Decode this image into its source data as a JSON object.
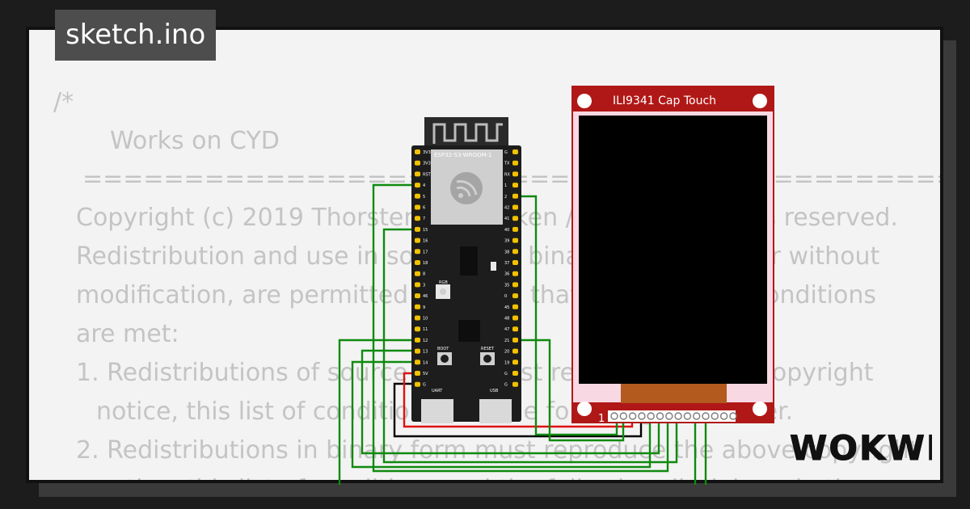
{
  "file_label": "sketch.ino",
  "code_lines": [
    "/*",
    "Works on CYD",
    "=========================================================",
    "Copyright (c) 2019 Thorsten von Eicken / ldl9se. All rights reserved.",
    "Redistribution and use in source and binary forms, with or without",
    "modification, are permitted provided that the following conditions",
    "are met:",
    "1. Redistributions of source code must retain the above copyright",
    "notice, this list of conditions and the following disclaimer.",
    "2. Redistributions in binary form must reproduce the above copyright",
    "notice, this list of conditions and the following disclaimer in the"
  ],
  "esp32": {
    "module_label": "ESP32-S3-WROOM-1",
    "left_pins": [
      "3V3",
      "3V3",
      "RST",
      "4",
      "5",
      "6",
      "7",
      "15",
      "16",
      "17",
      "18",
      "8",
      "3",
      "46",
      "9",
      "10",
      "11",
      "12",
      "13",
      "14",
      "5V",
      "G"
    ],
    "right_pins": [
      "G",
      "TX",
      "RX",
      "1",
      "2",
      "42",
      "41",
      "40",
      "39",
      "38",
      "37",
      "36",
      "35",
      "0",
      "45",
      "48",
      "47",
      "21",
      "20",
      "19",
      "G",
      "G"
    ],
    "rgb_label": "RGB",
    "boot_label": "BOOT",
    "reset_label": "RESET",
    "uart_label": "UART",
    "usb_label": "USB"
  },
  "display": {
    "title": "ILI9341 Cap Touch",
    "pin1_label": "1"
  },
  "brand": "WOKWI",
  "colors": {
    "pcb": "#1d1d1d",
    "pin": "#f2c200",
    "display_red": "#b01817",
    "screen": "#000000",
    "wire_green": "#0f8a0f",
    "wire_red": "#e01010",
    "wire_black": "#000000"
  }
}
